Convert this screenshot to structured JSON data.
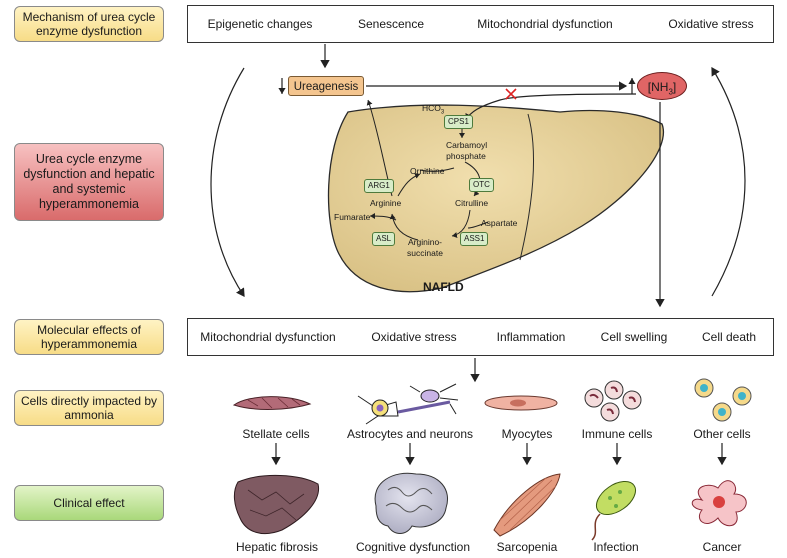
{
  "stages": {
    "mechanism": "Mechanism of urea cycle enzyme dysfunction",
    "dysfunction": "Urea cycle enzyme dysfunction and hepatic and systemic hyperammonemia",
    "molecular": "Molecular effects of hyperammonemia",
    "cells": "Cells directly impacted by ammonia",
    "clinical": "Clinical effect"
  },
  "causes": [
    "Epigenetic changes",
    "Senescence",
    "Mitochondrial dysfunction",
    "Oxidative stress"
  ],
  "molecular_effects": [
    "Mitochondrial dysfunction",
    "Oxidative stress",
    "Inflammation",
    "Cell swelling",
    "Cell death"
  ],
  "liver": {
    "ureagenesis": "Ureagenesis",
    "nh3": "[NH",
    "nh3_sub": "3",
    "nh3_close": "]",
    "hco3": "HCO",
    "hco3_sub": "3",
    "hco3_sup": "−",
    "label": "NAFLD",
    "metabolites": {
      "carbamoyl_phosphate_1": "Carbamoyl",
      "carbamoyl_phosphate_2": "phosphate",
      "ornithine": "Ornithine",
      "citrulline": "Citrulline",
      "aspartate": "Aspartate",
      "arginine": "Arginine",
      "fumarate": "Fumarate",
      "argininosuccinate_1": "Arginino-",
      "argininosuccinate_2": "succinate"
    },
    "enzymes": {
      "cps1": "CPS1",
      "otc": "OTC",
      "ass1": "ASS1",
      "asl": "ASL",
      "arg1": "ARG1"
    }
  },
  "cells": [
    "Stellate cells",
    "Astrocytes and neurons",
    "Myocytes",
    "Immune cells",
    "Other cells"
  ],
  "clinical_effects": [
    "Hepatic fibrosis",
    "Cognitive dysfunction",
    "Sarcopenia",
    "Infection",
    "Cancer"
  ]
}
